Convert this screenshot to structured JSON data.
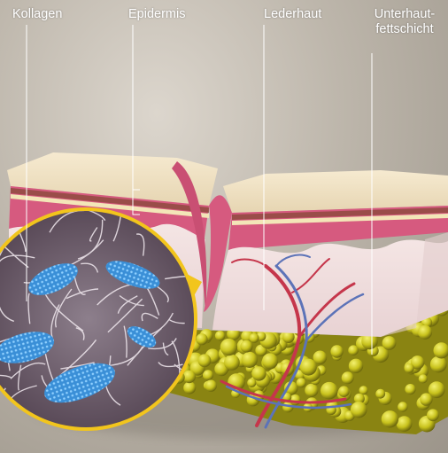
{
  "labels": {
    "kollagen": "Kollagen",
    "epidermis": "Epidermis",
    "lederhaut": "Lederhaut",
    "unterhaut_line1": "Unterhaut-",
    "unterhaut_line2": "fettschicht"
  },
  "colors": {
    "background": "#c9c3b9",
    "epidermis_top": "#efe3c6",
    "epidermis_pink": "#d9587e",
    "dermis": "#f2dfe0",
    "fat": "#c6c21e",
    "vessel_red": "#c5364b",
    "vessel_blue": "#5c73b8",
    "zoom_ring": "#f2c51c",
    "collagen_blue": "#3f93d8"
  }
}
